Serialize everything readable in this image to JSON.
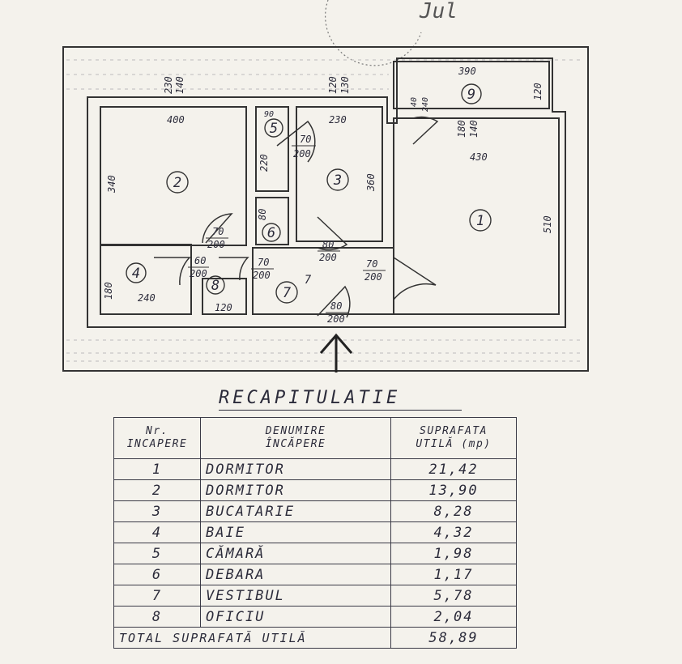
{
  "signature": "Jul",
  "plan": {
    "dims": {
      "d230_140": [
        "230",
        "140"
      ],
      "d120_130": [
        "120",
        "130"
      ],
      "d390": "390",
      "d120_balcony": "120",
      "d40_240": [
        "40",
        "240"
      ],
      "d400": "400",
      "d90": "90",
      "d230_kitchen": "230",
      "d180_140": [
        "180",
        "140"
      ],
      "d430": "430",
      "d340": "340",
      "d220": "220",
      "d360": "360",
      "d510": "510",
      "d180_bath": "180",
      "d240": "240",
      "d120_office": "120",
      "d80_closet": "80"
    },
    "doors": [
      [
        "70",
        "200"
      ],
      [
        "70",
        "200"
      ],
      [
        "60",
        "200"
      ],
      [
        "70",
        "200"
      ],
      [
        "80",
        "200"
      ],
      [
        "70",
        "200"
      ],
      [
        "80",
        "200"
      ]
    ],
    "rooms": [
      "1",
      "2",
      "3",
      "4",
      "5",
      "6",
      "7",
      "8",
      "9"
    ],
    "room7_extra": "7"
  },
  "recap": {
    "title": "RECAPITULATIE",
    "headers": {
      "nr": [
        "Nr.",
        "INCAPERE"
      ],
      "name": [
        "DENUMIRE",
        "ÎNCĂPERE"
      ],
      "area": [
        "SUPRAFATA",
        "UTILĂ (mp)"
      ]
    },
    "rows": [
      {
        "nr": "1",
        "name": "DORMITOR",
        "area": "21,42"
      },
      {
        "nr": "2",
        "name": "DORMITOR",
        "area": "13,90"
      },
      {
        "nr": "3",
        "name": "BUCATARIE",
        "area": "8,28"
      },
      {
        "nr": "4",
        "name": "BAIE",
        "area": "4,32"
      },
      {
        "nr": "5",
        "name": "CĂMARĂ",
        "area": "1,98"
      },
      {
        "nr": "6",
        "name": "DEBARA",
        "area": "1,17"
      },
      {
        "nr": "7",
        "name": "VESTIBUL",
        "area": "5,78"
      },
      {
        "nr": "8",
        "name": "OFICIU",
        "area": "2,04"
      }
    ],
    "total_label": "TOTAL SUPRAFATĂ UTILĂ",
    "total_value": "58,89"
  }
}
